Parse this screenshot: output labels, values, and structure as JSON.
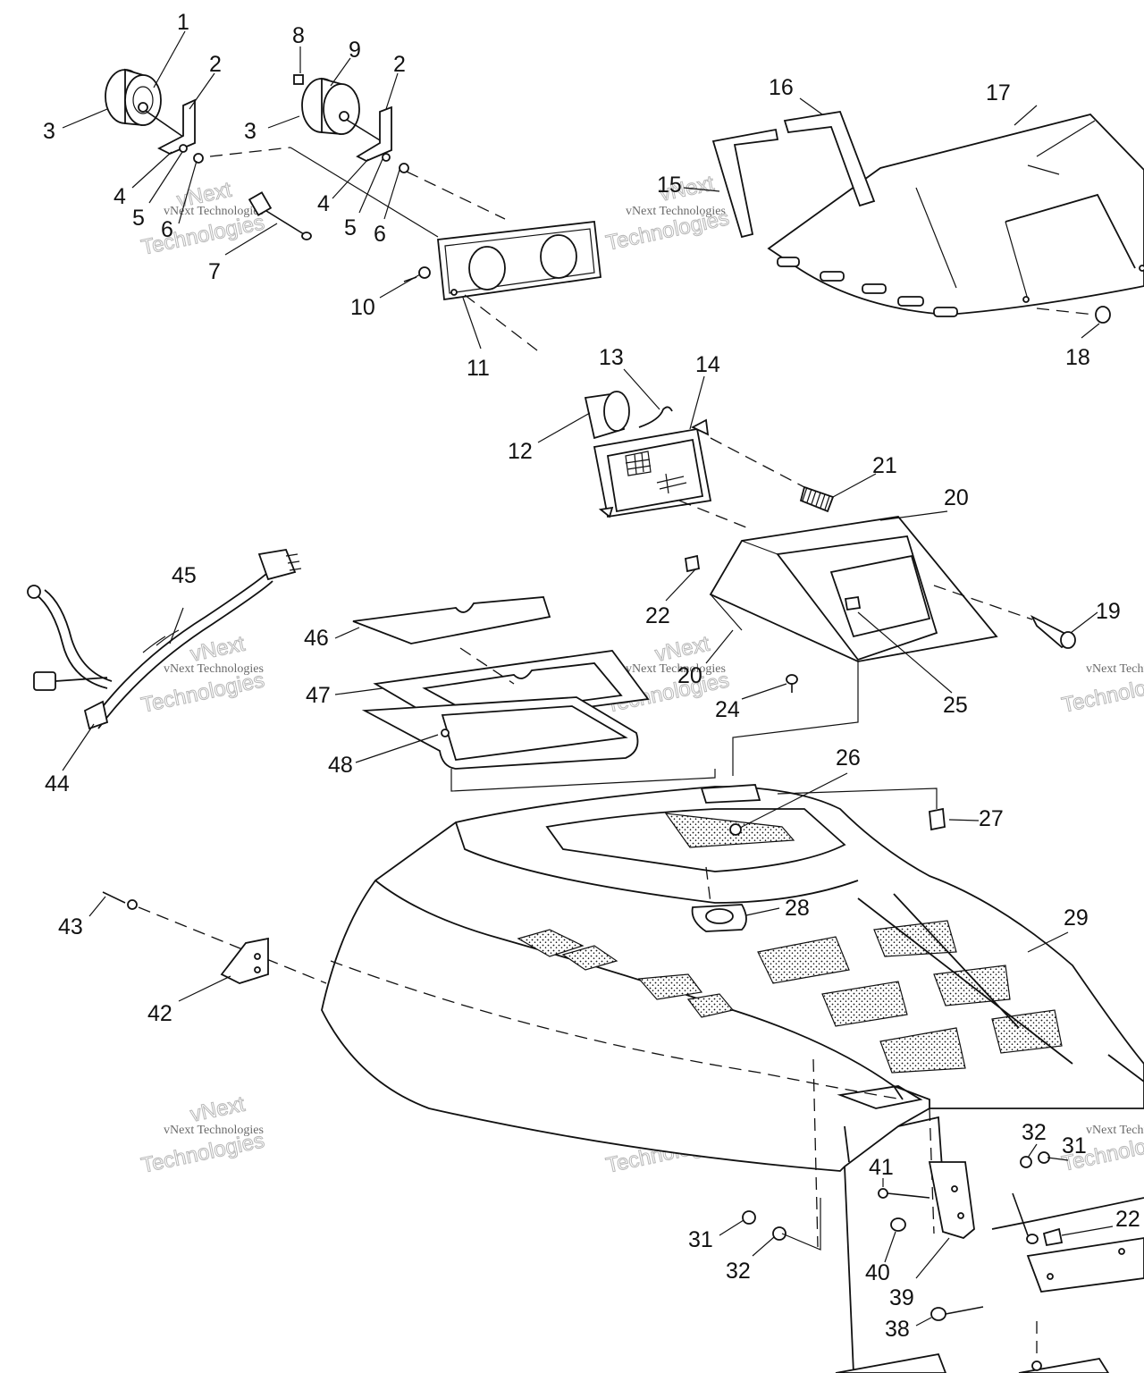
{
  "colors": {
    "ink": "#111111",
    "background": "#ffffff",
    "watermark": "#b8b8b8"
  },
  "watermark": {
    "brand": "vNext",
    "sub": "vNext Technologies",
    "big": "Technologies"
  },
  "callouts": [
    {
      "label": "1"
    },
    {
      "label": "2"
    },
    {
      "label": "3"
    },
    {
      "label": "4"
    },
    {
      "label": "5"
    },
    {
      "label": "6"
    },
    {
      "label": "7"
    },
    {
      "label": "8"
    },
    {
      "label": "9"
    },
    {
      "label": "2"
    },
    {
      "label": "3"
    },
    {
      "label": "4"
    },
    {
      "label": "5"
    },
    {
      "label": "6"
    },
    {
      "label": "10"
    },
    {
      "label": "11"
    },
    {
      "label": "15"
    },
    {
      "label": "16"
    },
    {
      "label": "17"
    },
    {
      "label": "18"
    },
    {
      "label": "13"
    },
    {
      "label": "14"
    },
    {
      "label": "12"
    },
    {
      "label": "21"
    },
    {
      "label": "20"
    },
    {
      "label": "22"
    },
    {
      "label": "19"
    },
    {
      "label": "20"
    },
    {
      "label": "24"
    },
    {
      "label": "25"
    },
    {
      "label": "45"
    },
    {
      "label": "44"
    },
    {
      "label": "46"
    },
    {
      "label": "47"
    },
    {
      "label": "48"
    },
    {
      "label": "26"
    },
    {
      "label": "27"
    },
    {
      "label": "28"
    },
    {
      "label": "29"
    },
    {
      "label": "43"
    },
    {
      "label": "42"
    },
    {
      "label": "32"
    },
    {
      "label": "31"
    },
    {
      "label": "22"
    },
    {
      "label": "41"
    },
    {
      "label": "31"
    },
    {
      "label": "32"
    },
    {
      "label": "40"
    },
    {
      "label": "39"
    },
    {
      "label": "38"
    }
  ]
}
